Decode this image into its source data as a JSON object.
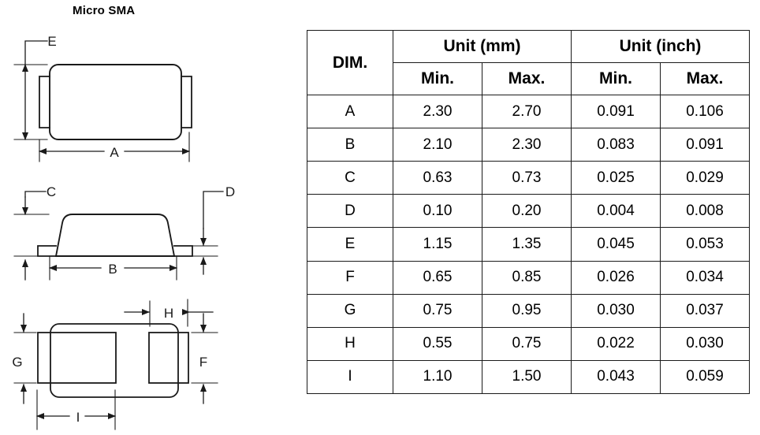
{
  "package": {
    "title": "Micro SMA"
  },
  "drawings": {
    "top_view": {
      "name": "top-view",
      "labels": {
        "width": "A",
        "height": "E"
      }
    },
    "side_view": {
      "name": "side-view",
      "labels": {
        "height": "C",
        "width": "B",
        "lead_thickness": "D"
      }
    },
    "bottom_view": {
      "name": "bottom-view",
      "labels": {
        "pad_height": "G",
        "gap": "H",
        "pad_right_height": "F",
        "pad_width": "I"
      }
    }
  },
  "table": {
    "dim_header": "DIM.",
    "unit_headers": [
      "Unit (mm)",
      "Unit (inch)"
    ],
    "subheaders": [
      "Min.",
      "Max.",
      "Min.",
      "Max."
    ],
    "rows": [
      {
        "dim": "A",
        "mm_min": "2.30",
        "mm_max": "2.70",
        "in_min": "0.091",
        "in_max": "0.106"
      },
      {
        "dim": "B",
        "mm_min": "2.10",
        "mm_max": "2.30",
        "in_min": "0.083",
        "in_max": "0.091"
      },
      {
        "dim": "C",
        "mm_min": "0.63",
        "mm_max": "0.73",
        "in_min": "0.025",
        "in_max": "0.029"
      },
      {
        "dim": "D",
        "mm_min": "0.10",
        "mm_max": "0.20",
        "in_min": "0.004",
        "in_max": "0.008"
      },
      {
        "dim": "E",
        "mm_min": "1.15",
        "mm_max": "1.35",
        "in_min": "0.045",
        "in_max": "0.053"
      },
      {
        "dim": "F",
        "mm_min": "0.65",
        "mm_max": "0.85",
        "in_min": "0.026",
        "in_max": "0.034"
      },
      {
        "dim": "G",
        "mm_min": "0.75",
        "mm_max": "0.95",
        "in_min": "0.030",
        "in_max": "0.037"
      },
      {
        "dim": "H",
        "mm_min": "0.55",
        "mm_max": "0.75",
        "in_min": "0.022",
        "in_max": "0.030"
      },
      {
        "dim": "I",
        "mm_min": "1.10",
        "mm_max": "1.50",
        "in_min": "0.043",
        "in_max": "0.059"
      }
    ]
  },
  "colors": {
    "line": "#1a1a1a",
    "background": "#ffffff"
  }
}
